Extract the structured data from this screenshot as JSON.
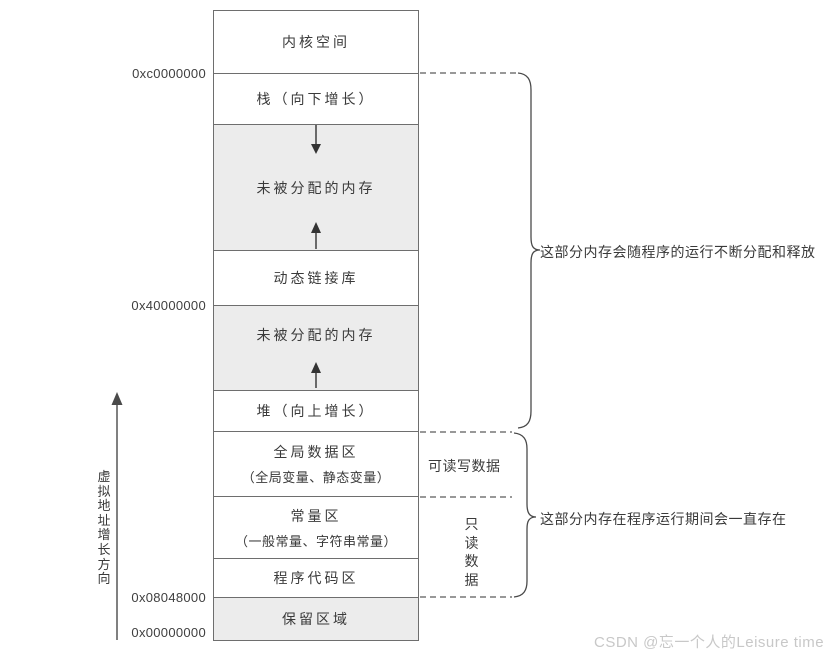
{
  "diagram": {
    "regions": [
      {
        "label": "内核空间"
      },
      {
        "label": "栈（向下增长）"
      },
      {
        "label": "未被分配的内存"
      },
      {
        "label": "动态链接库"
      },
      {
        "label": "未被分配的内存"
      },
      {
        "label": "堆（向上增长）"
      },
      {
        "label": "全局数据区",
        "sublabel": "（全局变量、静态变量）"
      },
      {
        "label": "常量区",
        "sublabel": "（一般常量、字符串常量）"
      },
      {
        "label": "程序代码区"
      },
      {
        "label": "保留区域"
      }
    ],
    "addresses": {
      "kernel_boundary": "0xc0000000",
      "dll_base": "0x40000000",
      "code_base": "0x08048000",
      "zero": "0x00000000"
    },
    "axis_label": "虚拟地址增长方向",
    "side_labels": {
      "rw": "可读写数据",
      "ro": "只读数据"
    },
    "brace_notes": {
      "dynamic": "这部分内存会随程序的运行不断分配和释放",
      "persistent": "这部分内存在程序运行期间会一直存在"
    },
    "watermark": "CSDN @忘一个人的Leisure time",
    "colors": {
      "box_line": "#6e6e6e",
      "text": "#3a3a3a",
      "shaded_fill": "#ececec",
      "annotation_line": "#555555",
      "arrow": "#333333",
      "watermark": "#c8c8c8"
    }
  }
}
